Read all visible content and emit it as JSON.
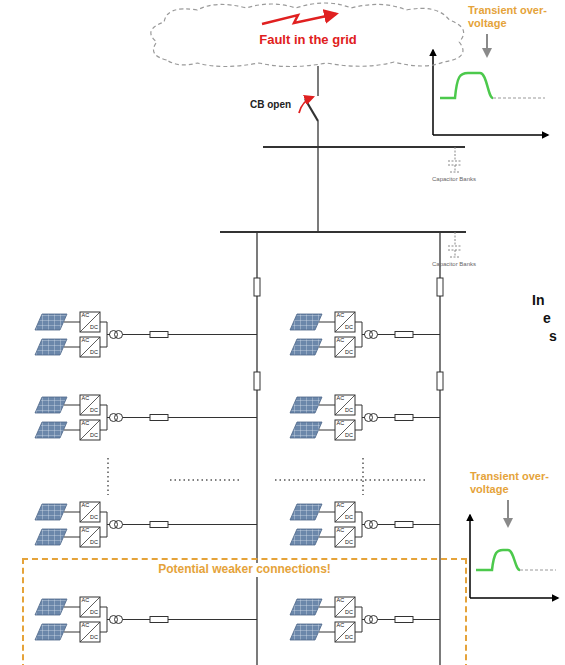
{
  "diagram": {
    "nodes": [
      {
        "text": [
          "Fault in the grid"
        ]
      },
      {
        "text": [
          "Potential weaker connections!"
        ]
      }
    ],
    "labels": [
      "Transient over-voltage",
      "CB open",
      "Capacitor Banks",
      "Capacitor Banks",
      "In",
      "e",
      "s",
      "Transient over-voltage",
      "AC",
      "DC",
      "AC",
      "DC",
      "AC",
      "DC",
      "AC",
      "DC",
      "AC",
      "DC",
      "AC",
      "DC",
      "AC",
      "DC",
      "AC",
      "DC",
      "AC",
      "DC",
      "AC",
      "DC",
      "AC",
      "DC",
      "AC",
      "DC",
      "AC",
      "DC",
      "AC",
      "DC",
      "AC",
      "DC",
      "AC",
      "DC"
    ]
  }
}
